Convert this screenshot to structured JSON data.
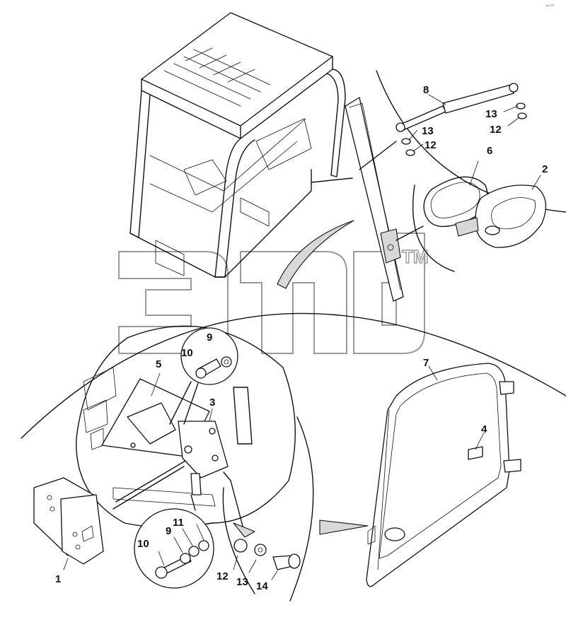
{
  "diagram": {
    "corner_note": "ᵇᵖ ⁰⁰⁰",
    "watermark_tm": "TM",
    "colors": {
      "line": "#111111",
      "watermark": "#9a9a9a",
      "background": "#ffffff"
    },
    "callouts": [
      {
        "id": "c8",
        "text": "8"
      },
      {
        "id": "c13a",
        "text": "13"
      },
      {
        "id": "c12a",
        "text": "12"
      },
      {
        "id": "c13b",
        "text": "13"
      },
      {
        "id": "c12b",
        "text": "12"
      },
      {
        "id": "c6",
        "text": "6"
      },
      {
        "id": "c2",
        "text": "2"
      },
      {
        "id": "c9a",
        "text": "9"
      },
      {
        "id": "c10a",
        "text": "10"
      },
      {
        "id": "c5",
        "text": "5"
      },
      {
        "id": "c3",
        "text": "3"
      },
      {
        "id": "c7",
        "text": "7"
      },
      {
        "id": "c4",
        "text": "4"
      },
      {
        "id": "c1",
        "text": "1"
      },
      {
        "id": "c11",
        "text": "11"
      },
      {
        "id": "c9b",
        "text": "9"
      },
      {
        "id": "c10b",
        "text": "10"
      },
      {
        "id": "c12c",
        "text": "12"
      },
      {
        "id": "c13c",
        "text": "13"
      },
      {
        "id": "c14",
        "text": "14"
      }
    ]
  }
}
